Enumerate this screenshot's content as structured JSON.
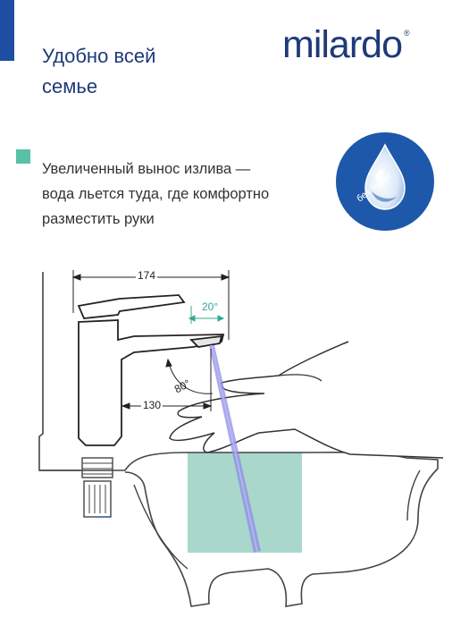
{
  "headline": [
    "Удобно всей",
    "семье"
  ],
  "brand": {
    "name": "milardo",
    "mark": "®"
  },
  "feature": {
    "lines": [
      "Увеличенный вынос излива —",
      "вода льется туда, где комфортно",
      "разместить руки"
    ]
  },
  "badge": {
    "label": "без брызг",
    "icon": "water-drop-icon"
  },
  "dimensions": {
    "spout_reach": "174",
    "handle_angle": "20°",
    "stream_angle": "80°",
    "outlet_offset": "130"
  },
  "colors": {
    "brand_blue": "#1e3a78",
    "badge_blue": "#1e58aa",
    "accent_green": "#58c1a8",
    "stream_violet": "#8f8ee6",
    "zone_green": "#a9d7cc"
  }
}
